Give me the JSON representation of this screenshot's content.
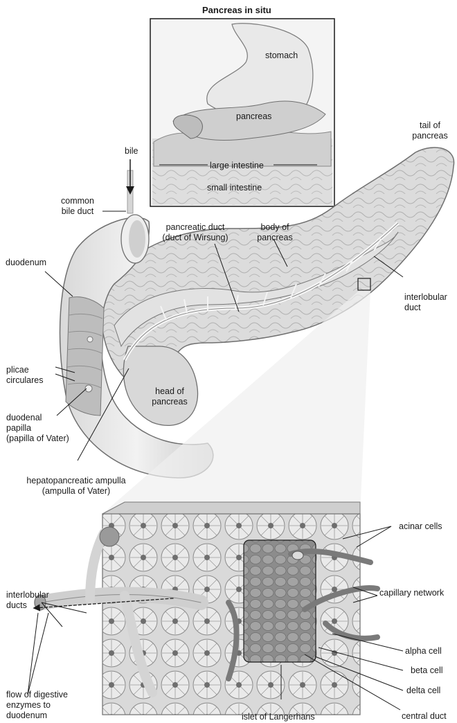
{
  "figure": {
    "inset_title": "Pancreas in situ",
    "inset": {
      "stomach": "stomach",
      "pancreas": "pancreas",
      "large_intestine": "large intestine",
      "small_intestine": "small intestine"
    },
    "labels": {
      "bile": "bile",
      "common_bile_duct": [
        "common",
        "bile duct"
      ],
      "tail_of_pancreas": [
        "tail of",
        "pancreas"
      ],
      "pancreatic_duct": [
        "pancreatic duct",
        "(duct of Wirsung)"
      ],
      "body_of_pancreas": [
        "body of",
        "pancreas"
      ],
      "duodenum": "duodenum",
      "interlobular_duct": [
        "interlobular",
        "duct"
      ],
      "plicae_circulares": [
        "plicae",
        "circulares"
      ],
      "head_of_pancreas": [
        "head of",
        "pancreas"
      ],
      "duodenal_papilla": [
        "duodenal",
        "papilla",
        "(papilla of Vater)"
      ],
      "hepatopancreatic_ampulla": [
        "hepatopancreatic ampulla",
        "(ampulla of Vater)"
      ],
      "acinar_cells": "acinar cells",
      "capillary_network": "capillary network",
      "interlobular_ducts": [
        "interlobular",
        "ducts"
      ],
      "alpha_cell": "alpha cell",
      "beta_cell": "beta cell",
      "delta_cell": "delta cell",
      "flow_of_enzymes": [
        "flow of digestive",
        "enzymes to",
        "duodenum"
      ],
      "islet_of_langerhans": "islet of Langerhans",
      "central_duct": "central duct"
    }
  }
}
